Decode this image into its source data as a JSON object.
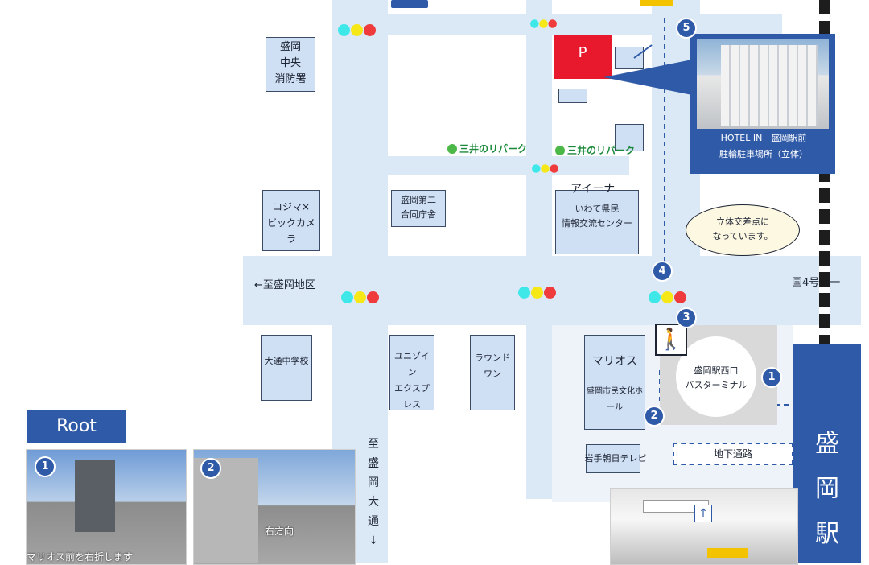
{
  "places": {
    "fire_station": "盛岡\n中央\n消防署",
    "kojima": "コジマ×\nビックカメラ",
    "office": "盛岡第二\n合同庁舎",
    "aina": "アイーナ",
    "aina_sub": "いわて県民\n情報交流センター",
    "daiichi": "大通中学校",
    "union": "ユニゾイン\nエクスプレス",
    "round1": "ラウンドワン",
    "marios": "マリオス",
    "marios_sub": "盛岡市民文化ホール",
    "iwate_tv": "岩手朝日テレビ",
    "bus_terminal": "盛岡駅西口\nバスターミナル",
    "underground": "地下通路",
    "station": "盛\n岡\n駅"
  },
  "roads": {
    "left_arrow": "←至盛岡地区",
    "right": "国4号線一",
    "vertical": "至盛岡大通↓"
  },
  "parking": {
    "label": "P",
    "repark1": "三井のリパーク",
    "repark2": "三井のリパーク"
  },
  "callouts": {
    "hotel": "HOTEL IN　盛岡駅前\n駐輪駐車場所（立体）",
    "bubble": "立体交差点に\nなっています。"
  },
  "markers": [
    "1",
    "2",
    "3",
    "4",
    "5"
  ],
  "route": {
    "title": "Root",
    "photo1_caption": "マリオス前を右折します",
    "photo2_caption": "右方向"
  },
  "colors": {
    "road": "#dbe8f6",
    "building": "#cfdff4",
    "accent_blue": "#2f5aa8",
    "parking_red": "#e8192c"
  }
}
